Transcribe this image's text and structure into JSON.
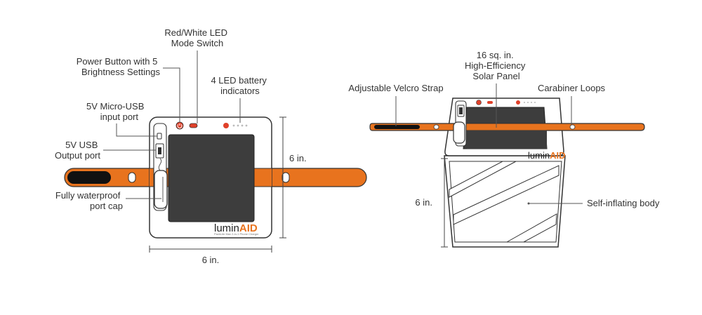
{
  "brand": {
    "name_light": "lumin",
    "name_bold": "AID",
    "tagline": "PackLite Max 2-in-1 Phone Charger"
  },
  "colors": {
    "strap": "#e8731e",
    "panel": "#3d3d3d",
    "body_outline": "#333333",
    "led_red": "#e0412a"
  },
  "front_view": {
    "labels": {
      "led_switch": [
        "Red/White LED",
        "Mode Switch"
      ],
      "power_button": [
        "Power Button with 5",
        "Brightness Settings"
      ],
      "battery_indicators": [
        "4 LED battery",
        "indicators"
      ],
      "micro_usb": [
        "5V Micro-USB",
        "input port"
      ],
      "usb_output": [
        "5V USB",
        "Output port"
      ],
      "port_cap": [
        "Fully waterproof",
        "port cap"
      ]
    },
    "dimension_width": "6 in.",
    "dimension_height": "6 in."
  },
  "side_view": {
    "labels": {
      "velcro_strap": "Adjustable Velcro Strap",
      "solar_panel": [
        "16 sq. in.",
        "High-Efficiency",
        "Solar Panel"
      ],
      "carabiner_loops": "Carabiner Loops",
      "self_inflating": "Self-inflating body"
    },
    "dimension_height": "6 in."
  }
}
